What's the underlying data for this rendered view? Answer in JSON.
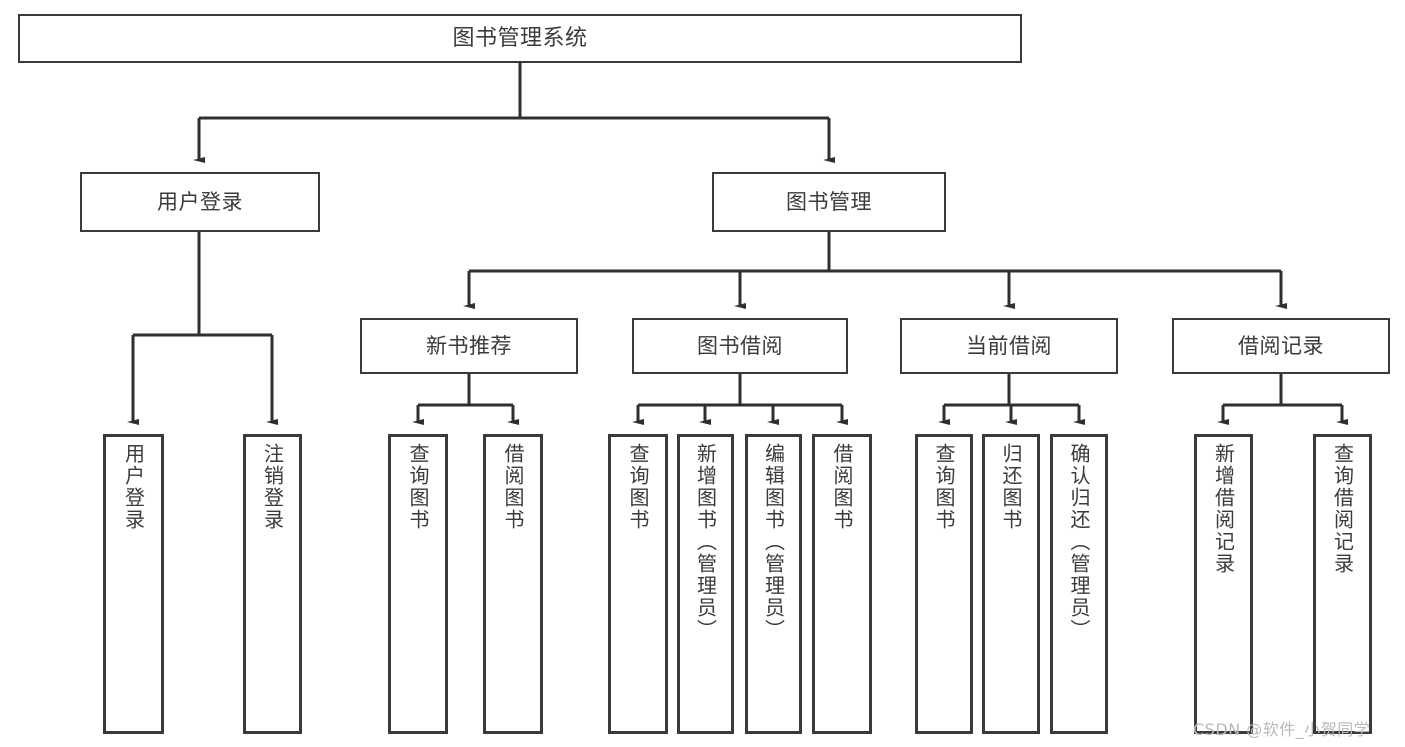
{
  "diagram": {
    "type": "tree-hierarchy",
    "title": "图书管理系统",
    "orientation": "top-down",
    "colors": {
      "box_border": "#3a3a3a",
      "box_fill": "#ffffff",
      "connector": "#2f2f2f",
      "text": "#3b3b3b",
      "watermark": "#b9b9b9",
      "background": "#ffffff"
    }
  },
  "nodes": {
    "root": {
      "label": "图书管理系统",
      "level": 0
    },
    "level1": [
      {
        "id": "user-login",
        "label": "用户登录"
      },
      {
        "id": "book-management",
        "label": "图书管理"
      }
    ],
    "level2": [
      {
        "id": "new-book-recommend",
        "label": "新书推荐",
        "parent": "book-management"
      },
      {
        "id": "book-borrow",
        "label": "图书借阅",
        "parent": "book-management"
      },
      {
        "id": "current-borrow",
        "label": "当前借阅",
        "parent": "book-management"
      },
      {
        "id": "borrow-record",
        "label": "借阅记录",
        "parent": "book-management"
      }
    ],
    "leaves": [
      {
        "id": "leaf-user-login",
        "label": "用户登录",
        "parent": "user-login"
      },
      {
        "id": "leaf-logout",
        "label": "注销登录",
        "parent": "user-login"
      },
      {
        "id": "leaf-query-book-1",
        "label": "查询图书",
        "parent": "new-book-recommend"
      },
      {
        "id": "leaf-borrow-book-1",
        "label": "借阅图书",
        "parent": "new-book-recommend"
      },
      {
        "id": "leaf-query-book-2",
        "label": "查询图书",
        "parent": "book-borrow"
      },
      {
        "id": "leaf-add-book",
        "label": "新增图书（管理员）",
        "parent": "book-borrow"
      },
      {
        "id": "leaf-edit-book",
        "label": "编辑图书（管理员）",
        "parent": "book-borrow"
      },
      {
        "id": "leaf-borrow-book-2",
        "label": "借阅图书",
        "parent": "book-borrow"
      },
      {
        "id": "leaf-query-book-3",
        "label": "查询图书",
        "parent": "current-borrow"
      },
      {
        "id": "leaf-return-book",
        "label": "归还图书",
        "parent": "current-borrow"
      },
      {
        "id": "leaf-confirm-return",
        "label": "确认归还（管理员）",
        "parent": "current-borrow"
      },
      {
        "id": "leaf-add-record",
        "label": "新增借阅记录",
        "parent": "borrow-record"
      },
      {
        "id": "leaf-query-record",
        "label": "查询借阅记录",
        "parent": "borrow-record"
      }
    ]
  },
  "watermark": {
    "text": "CSDN @软件_小贺同学"
  }
}
